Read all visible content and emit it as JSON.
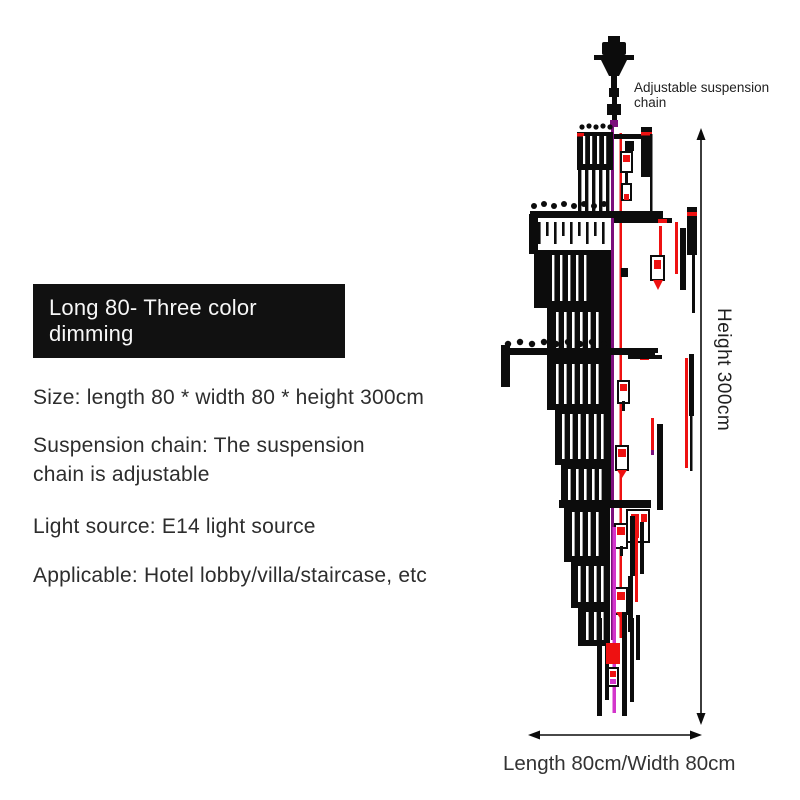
{
  "product_info": {
    "badge_label": "Long 80- Three color dimming",
    "specs": [
      {
        "text": "Size: length 80 * width 80 * height 300cm"
      },
      {
        "text": "Suspension chain: The suspension\nchain is adjustable"
      },
      {
        "text": "Light source: E14 light source"
      },
      {
        "text": "Applicable: Hotel lobby/villa/staircase, etc"
      }
    ]
  },
  "diagram": {
    "annotations": {
      "chain_label": "Adjustable suspension chain",
      "height_label": "Height 300cm",
      "footprint_label": "Length 80cm/Width 80cm"
    },
    "dimensions": {
      "height_cm": 300,
      "length_cm": 80,
      "width_cm": 80,
      "light_source": "E14"
    },
    "colors": {
      "line": "#0c0c0c",
      "red": "#ee1111",
      "purple": "#7c0f7c",
      "magenta": "#d335cb",
      "badge_bg": "#111111",
      "badge_text": "#f7f7f7"
    }
  }
}
